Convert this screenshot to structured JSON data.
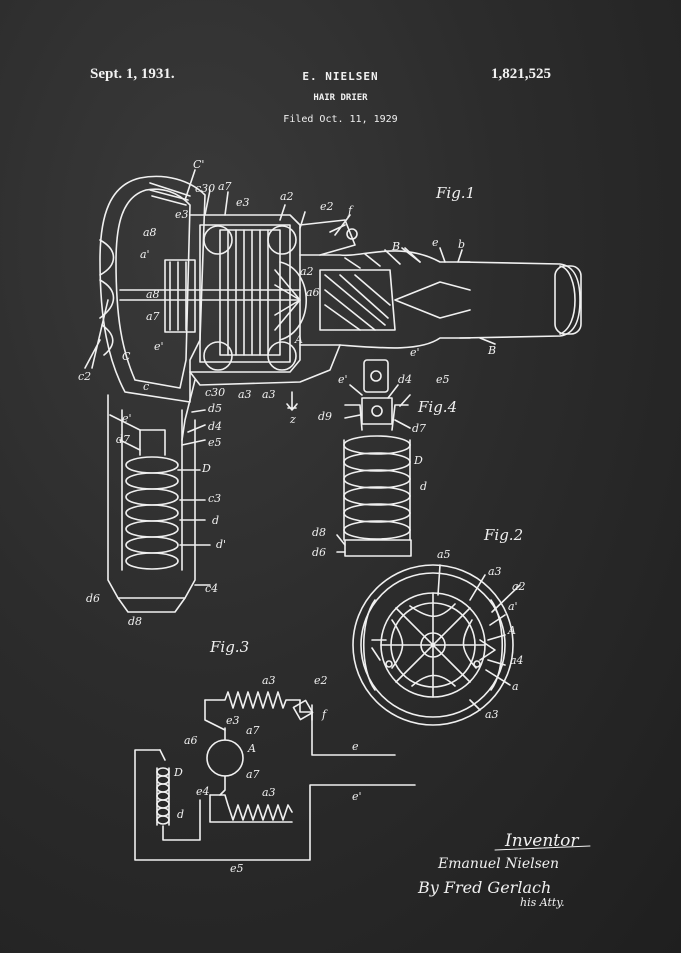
{
  "header": {
    "date": "Sept. 1, 1931.",
    "inventor": "E. NIELSEN",
    "title": "HAIR DRIER",
    "filed": "Filed Oct. 11, 1929",
    "patent_number": "1,821,525"
  },
  "figures": {
    "fig1": "Fig.1",
    "fig2": "Fig.2",
    "fig3": "Fig.3",
    "fig4": "Fig.4"
  },
  "labels": {
    "C1": "C'",
    "c30": "c30",
    "a7": "a7",
    "a2_0": "a2",
    "e2": "e2",
    "f": "f",
    "a8": "a8",
    "a1": "a'",
    "e3": "e3",
    "B": "B",
    "e": "e",
    "b": "b",
    "a8b": "a8",
    "a2": "a2",
    "a7b": "a7",
    "a6": "a6",
    "A": "A",
    "C": "C",
    "c": "c",
    "c2": "c2",
    "e1": "e'",
    "Bb": "B",
    "c30b": "c30",
    "a3": "a3",
    "a3b": "a3",
    "z": "z",
    "d5": "d5",
    "d4": "d4",
    "e5": "e5",
    "e1b": "e'",
    "d7": "d7",
    "D": "D",
    "c3": "c3",
    "d": "d",
    "d1": "d'",
    "c4": "c4",
    "d6": "d6",
    "d8": "d8",
    "f4_e1": "e'",
    "f4_d4": "d4",
    "f4_e5": "e5",
    "f4_d9": "d9",
    "f4_d7": "d7",
    "f4_D": "D",
    "f4_d": "d",
    "f4_d8": "d8",
    "f4_d6": "d6",
    "f2_a5": "a5",
    "f2_a3": "a3",
    "f2_a2": "a2",
    "f2_a1": "a'",
    "f2_A": "A",
    "f2_a4": "a4",
    "f2_a": "a",
    "f2_a3b": "a3",
    "f3_a3": "a3",
    "f3_e2": "e2",
    "f3_e3": "e3",
    "f3_f": "f",
    "f3_a7": "a7",
    "f3_a6": "a6",
    "f3_A": "A",
    "f3_a7b": "a7",
    "f3_e": "e",
    "f3_D": "D",
    "f3_e4": "e4",
    "f3_a3b": "a3",
    "f3_e1": "e'",
    "f3_d": "d",
    "f3_e5": "e5"
  },
  "signature": {
    "inventor_label": "Inventor",
    "inventor_name": "Emanuel Nielsen",
    "by_line": "By Fred Gerlach",
    "atty": "his Atty."
  }
}
